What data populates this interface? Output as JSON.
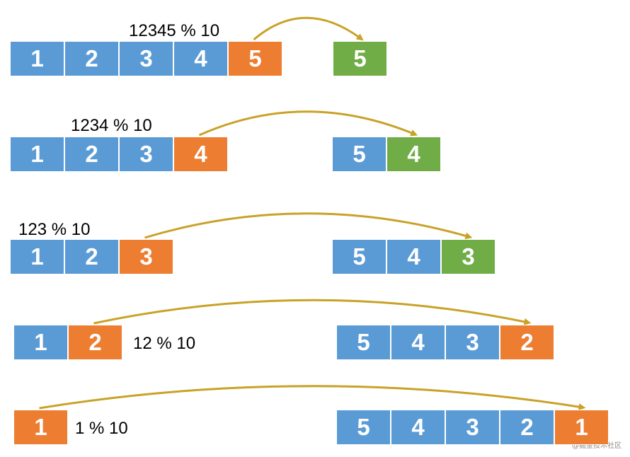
{
  "colors": {
    "blue": "#5b9bd5",
    "orange": "#ed7d31",
    "green": "#70ad47",
    "arrow": "#c9a227"
  },
  "steps": [
    {
      "label": "12345 % 10",
      "source": [
        {
          "value": "1",
          "color": "blue"
        },
        {
          "value": "2",
          "color": "blue"
        },
        {
          "value": "3",
          "color": "blue"
        },
        {
          "value": "4",
          "color": "blue"
        },
        {
          "value": "5",
          "color": "orange"
        }
      ],
      "result": [
        {
          "value": "5",
          "color": "green"
        }
      ]
    },
    {
      "label": "1234 % 10",
      "source": [
        {
          "value": "1",
          "color": "blue"
        },
        {
          "value": "2",
          "color": "blue"
        },
        {
          "value": "3",
          "color": "blue"
        },
        {
          "value": "4",
          "color": "orange"
        }
      ],
      "result": [
        {
          "value": "5",
          "color": "blue"
        },
        {
          "value": "4",
          "color": "green"
        }
      ]
    },
    {
      "label": "123 % 10",
      "source": [
        {
          "value": "1",
          "color": "blue"
        },
        {
          "value": "2",
          "color": "blue"
        },
        {
          "value": "3",
          "color": "orange"
        }
      ],
      "result": [
        {
          "value": "5",
          "color": "blue"
        },
        {
          "value": "4",
          "color": "blue"
        },
        {
          "value": "3",
          "color": "green"
        }
      ]
    },
    {
      "label": "12 % 10",
      "source": [
        {
          "value": "1",
          "color": "blue"
        },
        {
          "value": "2",
          "color": "orange"
        }
      ],
      "result": [
        {
          "value": "5",
          "color": "blue"
        },
        {
          "value": "4",
          "color": "blue"
        },
        {
          "value": "3",
          "color": "blue"
        },
        {
          "value": "2",
          "color": "orange"
        }
      ]
    },
    {
      "label": "1 % 10",
      "source": [
        {
          "value": "1",
          "color": "orange"
        }
      ],
      "result": [
        {
          "value": "5",
          "color": "blue"
        },
        {
          "value": "4",
          "color": "blue"
        },
        {
          "value": "3",
          "color": "blue"
        },
        {
          "value": "2",
          "color": "blue"
        },
        {
          "value": "1",
          "color": "orange"
        }
      ]
    }
  ],
  "watermark": "@掘金技术社区"
}
